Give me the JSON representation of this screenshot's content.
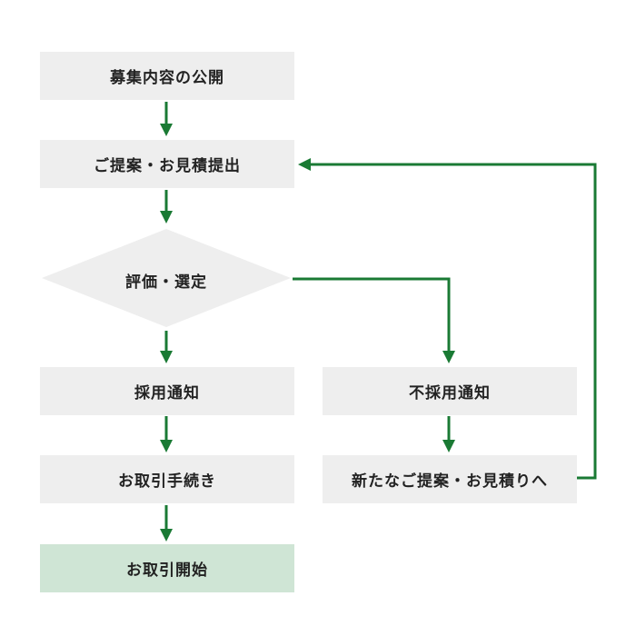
{
  "steps": {
    "publish": "募集内容の公開",
    "proposal": "ご提案・お見積提出",
    "evaluate": "評価・選定",
    "accept_notice": "採用通知",
    "contract": "お取引手続き",
    "start": "お取引開始",
    "reject_notice": "不採用通知",
    "new_proposal": "新たなご提案・お見積りへ"
  },
  "colors": {
    "arrow": "#1a7a34",
    "box": "#eeeeee",
    "final_box": "#cfe5d5",
    "text": "#222222"
  }
}
